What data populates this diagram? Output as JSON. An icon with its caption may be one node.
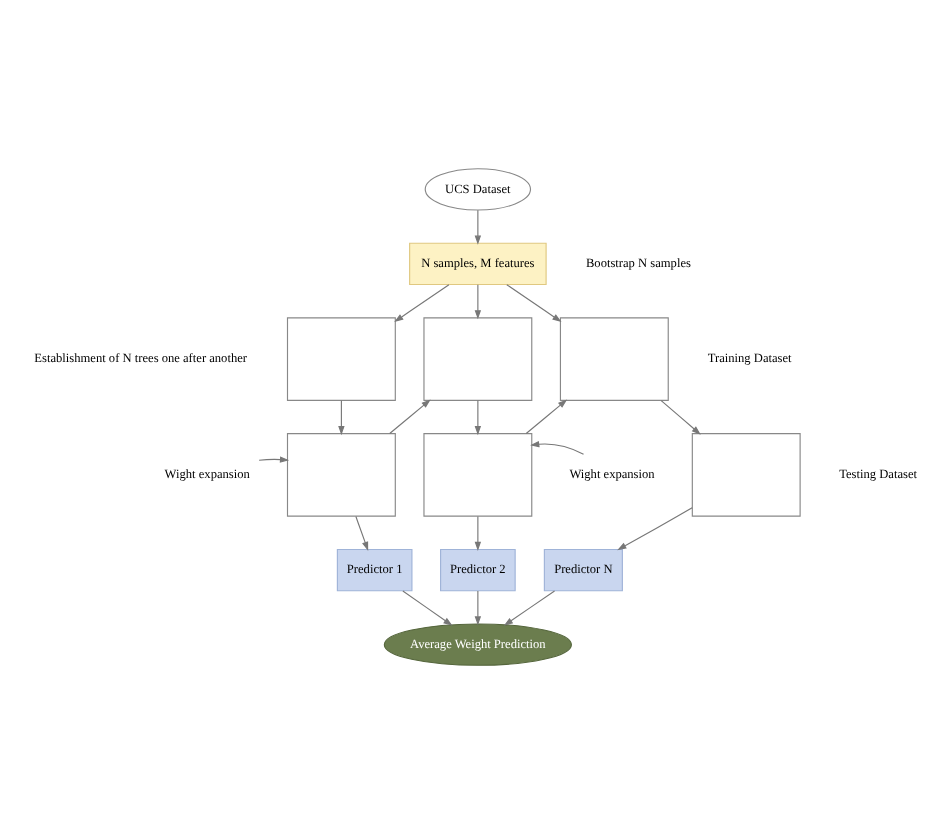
{
  "diagram": {
    "nodes": [
      {
        "text": [
          "UCS Dataset"
        ]
      },
      {
        "text": [
          "N samples, M features"
        ]
      },
      {
        "text": [],
        "shape": "box"
      },
      {
        "text": [],
        "shape": "box"
      },
      {
        "text": [],
        "shape": "box"
      },
      {
        "text": [],
        "shape": "box"
      },
      {
        "text": [],
        "shape": "box"
      },
      {
        "text": [],
        "shape": "box"
      },
      {
        "text": [
          "Predictor 1"
        ]
      },
      {
        "text": [
          "Predictor 2"
        ]
      },
      {
        "text": [
          "Predictor N"
        ]
      },
      {
        "text": [
          "Average Weight Prediction"
        ]
      },
      {
        "text": [
          "Wight expansion"
        ]
      },
      {
        "text": [
          "Wight expansion"
        ]
      }
    ],
    "edges": [
      {
        "from": 0,
        "to": 1,
        "arrow": "to"
      },
      {
        "from": 1,
        "to": 2,
        "arrow": "to"
      },
      {
        "from": 1,
        "to": 3,
        "arrow": "to"
      },
      {
        "from": 1,
        "to": 4,
        "arrow": "to"
      },
      {
        "from": 2,
        "to": 5,
        "arrow": "to"
      },
      {
        "from": 3,
        "to": 6,
        "arrow": "to"
      },
      {
        "from": 4,
        "to": 7,
        "arrow": "to"
      },
      {
        "from": 5,
        "to": 3,
        "arrow": "to"
      },
      {
        "from": 6,
        "to": 4,
        "arrow": "to"
      },
      {
        "from": 5,
        "to": 8,
        "arrow": "to"
      },
      {
        "from": 6,
        "to": 9,
        "arrow": "to"
      },
      {
        "from": 7,
        "to": 10,
        "arrow": "to"
      },
      {
        "from": 8,
        "to": 11,
        "arrow": "to"
      },
      {
        "from": 9,
        "to": 11,
        "arrow": "to"
      },
      {
        "from": 10,
        "to": 11,
        "arrow": "to"
      },
      {
        "from": 12,
        "to": 5,
        "arrow": "to"
      },
      {
        "from": 13,
        "to": 6,
        "arrow": "to"
      }
    ],
    "labels": [
      "Bootstrap N samples",
      "Establishment of N trees one after another",
      "Training Dataset",
      "Testing Dataset"
    ]
  }
}
